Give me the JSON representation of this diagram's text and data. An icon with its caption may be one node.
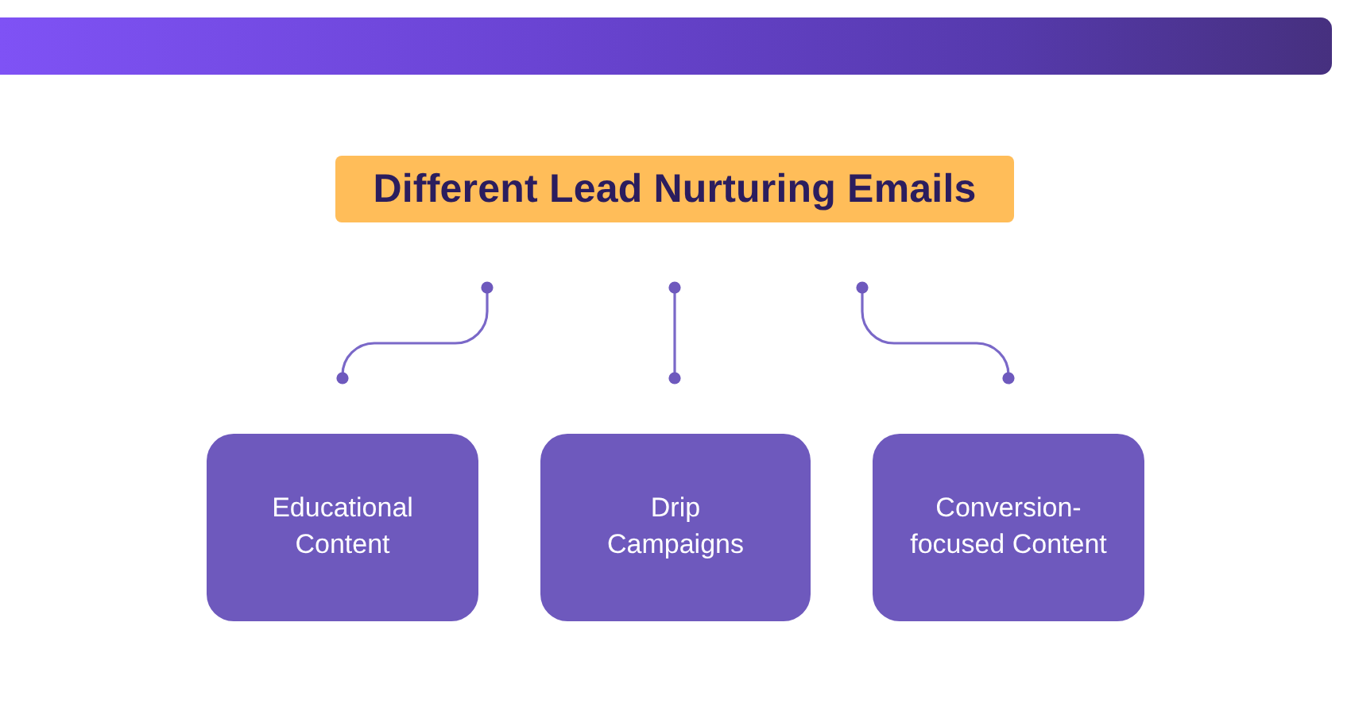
{
  "diagram": {
    "nodes": [
      {
        "text": [],
        "shape": "bar"
      },
      {
        "text": [
          "Different Lead Nurturing Emails"
        ]
      },
      {
        "text": [
          "Educational Content"
        ]
      },
      {
        "text": [
          "Drip Campaigns"
        ]
      },
      {
        "text": [
          "Conversion-focused Content"
        ]
      }
    ],
    "edges": [
      {
        "from": 1,
        "to": 2,
        "arrow": "other"
      },
      {
        "from": 1,
        "to": 3,
        "arrow": "other"
      },
      {
        "from": 1,
        "to": 4,
        "arrow": "other"
      }
    ]
  }
}
